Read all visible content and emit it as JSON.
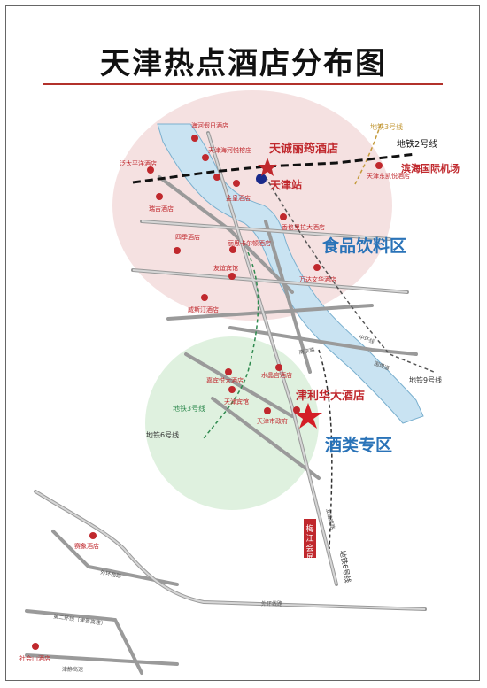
{
  "title": "天津热点酒店分布图",
  "colors": {
    "accent_red": "#c0282d",
    "zone_label_blue": "#2a73b8",
    "zone_pink": "#f2dede",
    "zone_green": "#dcefdc",
    "river": "#c9e3f2"
  },
  "zones": {
    "food": "食品饮料区",
    "wine": "酒类专区"
  },
  "featured_hotels": {
    "tiancheng": "天诚丽筠酒店",
    "jinlihua": "津利华大酒店"
  },
  "station": "天津站",
  "airport": "滨海国际机场",
  "metro": {
    "line2": "地铁2号线",
    "line3_top": "地铁3号线",
    "line3": "地铁3号线",
    "line6": "地铁6号线",
    "line9": "地铁9号线",
    "line6_south": "地铁6号线"
  },
  "hotels": {
    "haihe": "海河假日酒店",
    "haiheyue": "天津海河悦榕庄",
    "fantai": "泛太平洋酒店",
    "ruiji": "瑞吉酒店",
    "jinshu": "金皇酒店",
    "dongjiang": "天津东凯悦酒店",
    "xianggelila": "香格里拉大酒店",
    "siji": "四季酒店",
    "lisi": "丽思卡尔顿酒店",
    "youyi": "友谊宾馆",
    "wanda": "万达文华酒店",
    "weisiting": "威斯汀酒店",
    "jiayuan": "嘉宾悦大酒店",
    "shuijing": "水晶宫酒店",
    "tianjinbinguan": "天津宾馆",
    "zhengfu": "天津市政府",
    "saixiang": "赛象酒店",
    "sheshan": "社会山酒店"
  },
  "roads": {
    "nanjing": "南京路",
    "tiyu": "友谊南路",
    "huanhu": "外环西路",
    "waihuan": "外环线路",
    "zhongshan": "中环线",
    "dier": "第二环线（津晋高速）",
    "jinjing": "津静高速",
    "weidi": "围堤道"
  },
  "expo": "梅江会展"
}
